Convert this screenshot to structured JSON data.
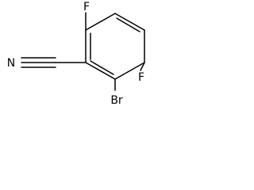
{
  "molecule": {
    "atoms": {
      "fluorine_top": "F",
      "fluorine_right": "F",
      "bromine": "Br",
      "nitrogen": "N"
    }
  }
}
